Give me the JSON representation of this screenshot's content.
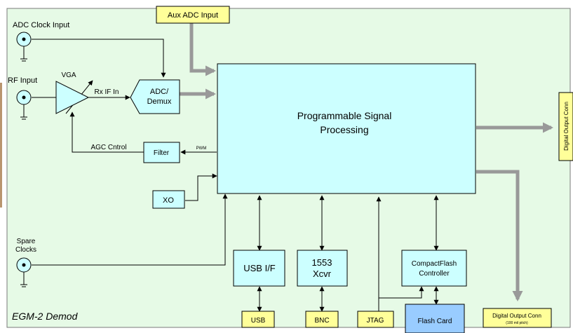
{
  "title": "EGM-2 Demod",
  "colors": {
    "board_bg": "#e6fae6",
    "board_border": "#7a7a7a",
    "cyan_box": "#ccffff",
    "yellow_box": "#ffff99",
    "flash_box": "#99ccff",
    "thick_arrow": "#999999",
    "line": "#000000",
    "left_strip": "#b9956e"
  },
  "inputs": {
    "adc_clock": "ADC Clock Input",
    "rf": "RF Input",
    "spare_clocks_line1": "Spare",
    "spare_clocks_line2": "Clocks"
  },
  "blocks": {
    "vga": "VGA",
    "rx_if": "Rx IF In",
    "adc_line1": "ADC/",
    "adc_line2": "Demux",
    "processing_line1": "Programmable Signal",
    "processing_line2": "Processing",
    "filter": "Filter",
    "pwm": "PWM",
    "agc": "AGC Cntrol",
    "xo": "XO",
    "usb_if": "USB I/F",
    "xcvr_line1": "1553",
    "xcvr_line2": "Xcvr",
    "cf_line1": "CompactFlash",
    "cf_line2": "Controller"
  },
  "connectors": {
    "aux_adc": "Aux ADC Input",
    "usb": "USB",
    "bnc": "BNC",
    "jtag": "JTAG",
    "flash_card": "Flash Card",
    "digital_out_line1": "Digital Output Conn",
    "digital_out_line2": "(100 mil pitch)",
    "digital_out_side": "Digital Output Conn"
  }
}
